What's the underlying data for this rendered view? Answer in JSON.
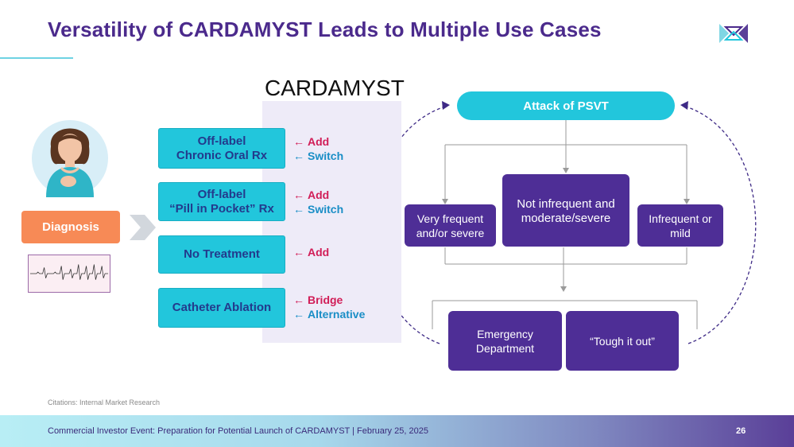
{
  "title": "Versatility of CARDAMYST Leads to Multiple Use Cases",
  "column_title": "CARDAMYST",
  "diagnosis_label": "Diagnosis",
  "treatments": [
    {
      "line1": "Off-label",
      "line2": "Chronic Oral Rx"
    },
    {
      "line1": "Off-label",
      "line2": "“Pill in Pocket” Rx"
    },
    {
      "line1": "No Treatment",
      "line2": ""
    },
    {
      "line1": "Catheter Ablation",
      "line2": ""
    }
  ],
  "actions": [
    {
      "a": "Add",
      "b": "Switch"
    },
    {
      "a": "Add",
      "b": "Switch"
    },
    {
      "a": "Add",
      "b": ""
    },
    {
      "a": "Bridge",
      "b": "Alternative"
    }
  ],
  "arrow_glyph": "←",
  "flow": {
    "attack": "Attack of PSVT",
    "very_frequent": [
      "Very frequent",
      "and/or severe"
    ],
    "not_infrequent": [
      "Not infrequent and",
      "moderate/severe"
    ],
    "infrequent": [
      "Infrequent or",
      "mild"
    ],
    "emergency": [
      "Emergency",
      "Department"
    ],
    "tough": "“Tough it out”"
  },
  "citation": "Citations: Internal Market Research",
  "footer": "Commercial Investor Event: Preparation for Potential Launch of CARDAMYST | February 25, 2025",
  "page_number": "26",
  "colors": {
    "title": "#4b2a8c",
    "cyan": "#22c6dc",
    "purple": "#4e2e96",
    "orange": "#f78a56",
    "add": "#d11d57",
    "switch": "#1a8ec6"
  }
}
